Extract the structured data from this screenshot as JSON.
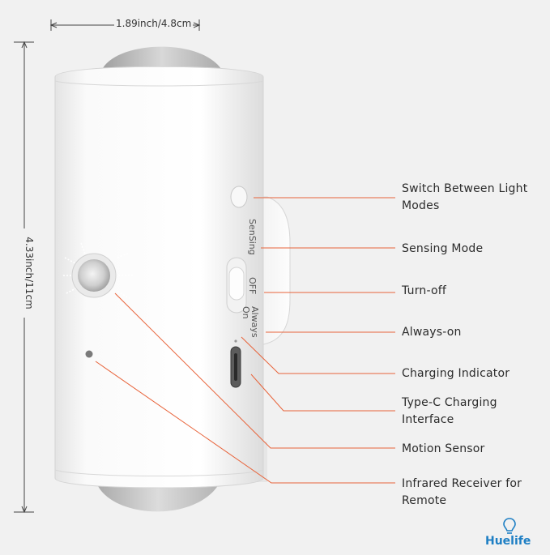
{
  "dimensions": {
    "width": "1.89inch/4.8cm",
    "height": "4.33inch/11cm"
  },
  "switch_positions": {
    "sensing": "SenSing",
    "off": "OFF",
    "always_on": "Always On"
  },
  "callouts": [
    {
      "label": "Switch Between Light Modes"
    },
    {
      "label": "Sensing Mode"
    },
    {
      "label": "Turn-off"
    },
    {
      "label": "Always-on"
    },
    {
      "label": "Charging Indicator"
    },
    {
      "label": "Type-C Charging Interface"
    },
    {
      "label": "Motion Sensor"
    },
    {
      "label": "Infrared Receiver for Remote"
    }
  ],
  "brand": {
    "name": "Huelife",
    "colors": {
      "accent": "#1e7fc4",
      "line": "#e8633a"
    }
  }
}
